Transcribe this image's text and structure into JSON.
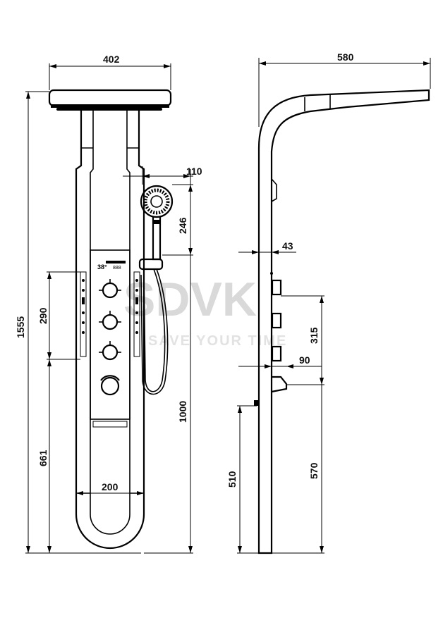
{
  "watermark": {
    "brand": "SDVK",
    "tagline": "SAVE YOUR TIME"
  },
  "display": {
    "temperature": "38°",
    "unit": "888"
  },
  "dimensions": {
    "front_width_top": "402",
    "front_total_height": "1555",
    "front_panel_height": "290",
    "front_lower_height": "661",
    "front_bottom_width": "200",
    "front_handshower_width": "110",
    "front_handshower_height": "246",
    "front_bracket_height": "1000",
    "side_width_top": "580",
    "side_depth": "43",
    "side_knob_depth": "90",
    "side_knob_span": "315",
    "side_outlet_height": "510",
    "side_knob_height": "570"
  }
}
